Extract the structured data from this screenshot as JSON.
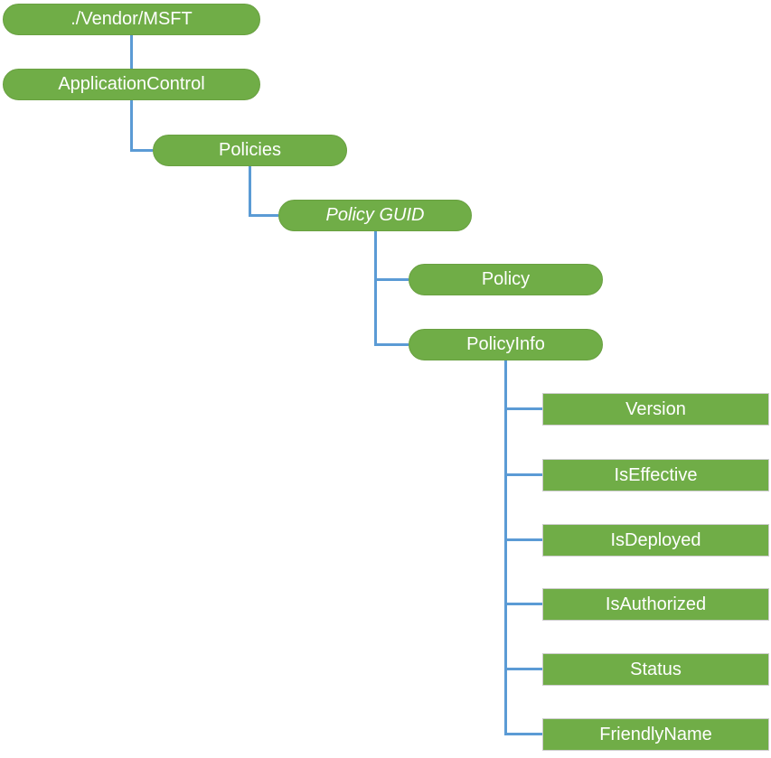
{
  "diagram": {
    "description": "Tree diagram of the ApplicationControl configuration service provider node hierarchy",
    "colors": {
      "node_fill": "#70AD47",
      "leaf_border": "#CDCDCD",
      "connector": "#5B9BD5",
      "text": "#FFFFFF"
    },
    "nodes": [
      {
        "id": "vendor-msft",
        "label": "./Vendor/MSFT",
        "parent": null,
        "shape": "pill",
        "italic": false
      },
      {
        "id": "application-control",
        "label": "ApplicationControl",
        "parent": "vendor-msft",
        "shape": "pill",
        "italic": false
      },
      {
        "id": "policies",
        "label": "Policies",
        "parent": "application-control",
        "shape": "pill",
        "italic": false
      },
      {
        "id": "policy-guid",
        "label": "Policy GUID",
        "parent": "policies",
        "shape": "pill",
        "italic": true
      },
      {
        "id": "policy",
        "label": "Policy",
        "parent": "policy-guid",
        "shape": "pill",
        "italic": false
      },
      {
        "id": "policy-info",
        "label": "PolicyInfo",
        "parent": "policy-guid",
        "shape": "pill",
        "italic": false
      },
      {
        "id": "version",
        "label": "Version",
        "parent": "policy-info",
        "shape": "rect",
        "italic": false
      },
      {
        "id": "is-effective",
        "label": "IsEffective",
        "parent": "policy-info",
        "shape": "rect",
        "italic": false
      },
      {
        "id": "is-deployed",
        "label": "IsDeployed",
        "parent": "policy-info",
        "shape": "rect",
        "italic": false
      },
      {
        "id": "is-authorized",
        "label": "IsAuthorized",
        "parent": "policy-info",
        "shape": "rect",
        "italic": false
      },
      {
        "id": "status",
        "label": "Status",
        "parent": "policy-info",
        "shape": "rect",
        "italic": false
      },
      {
        "id": "friendly-name",
        "label": "FriendlyName",
        "parent": "policy-info",
        "shape": "rect",
        "italic": false
      }
    ]
  }
}
